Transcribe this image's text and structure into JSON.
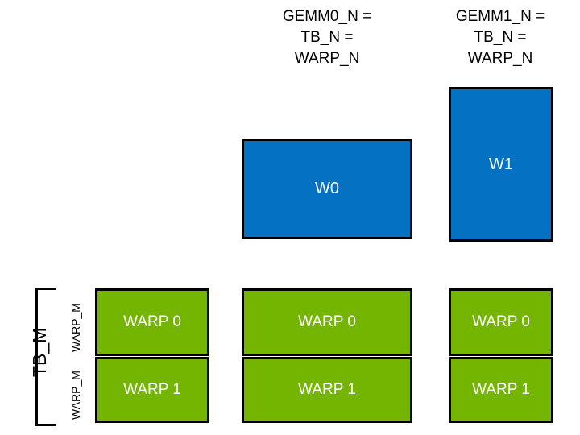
{
  "diagram": {
    "title_hidden": "",
    "headers": [
      {
        "id": "gemm0",
        "text": "GEMM0_N =\nTB_N =\nWARP_N"
      },
      {
        "id": "gemm1",
        "text": "GEMM1_N =\nTB_N =\nWARP_N"
      }
    ],
    "warp_tiles": [
      {
        "id": "w0",
        "label": "W0",
        "color": "#0571c2"
      },
      {
        "id": "w1",
        "label": "W1",
        "color": "#0571c2"
      }
    ],
    "axis_labels": {
      "tb_m": "TB_M",
      "warp_m_top": "WARP_M",
      "warp_m_bottom": "WARP_M"
    },
    "warp_columns": [
      {
        "id": "col-0",
        "cells": [
          {
            "label": "WARP 0",
            "color": "#73b500"
          },
          {
            "label": "WARP 1",
            "color": "#73b500"
          }
        ]
      },
      {
        "id": "col-1",
        "cells": [
          {
            "label": "WARP 0",
            "color": "#73b500"
          },
          {
            "label": "WARP 1",
            "color": "#73b500"
          }
        ]
      },
      {
        "id": "col-2",
        "cells": [
          {
            "label": "WARP 0",
            "color": "#73b500"
          },
          {
            "label": "WARP 1",
            "color": "#73b500"
          }
        ]
      }
    ],
    "colors": {
      "blue": "#0571c2",
      "green": "#73b500",
      "outline": "#000000",
      "text_on_fill": "#ffffff",
      "background": "#ffffff"
    }
  }
}
